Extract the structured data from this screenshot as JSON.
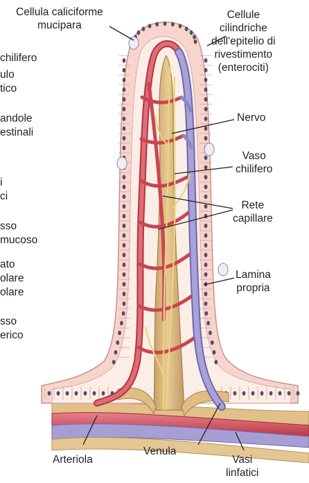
{
  "labels": {
    "cellula_caliciforme": [
      "Cellula caliciforme",
      "mucipara"
    ],
    "cellule_cilindriche": [
      "Cellule",
      "cilindriche",
      "dell'epitelio di",
      "rivestimento",
      "(enterociti)"
    ],
    "nervo": "Nervo",
    "vaso_chilifero": [
      "Vaso",
      "chilifero"
    ],
    "rete_capillare": [
      "Rete",
      "capillare"
    ],
    "lamina_propria": [
      "Lamina",
      "propria"
    ],
    "arteriola": "Arteriola",
    "venula": "Venula",
    "vasi_linfatici": [
      "Vasi",
      "linfatici"
    ]
  },
  "left_cut_labels": [
    [
      "chilifero"
    ],
    [
      "ulo",
      "tico"
    ],
    [
      "andole",
      "estinali"
    ],
    [
      "i",
      "ci"
    ],
    [
      "sso",
      "mucoso"
    ],
    [
      "ato",
      "olare",
      "olare"
    ],
    [
      "sso",
      "erico"
    ]
  ],
  "colors": {
    "epithelium_fill": "#f7d5cd",
    "epithelium_stroke": "#c98f8a",
    "nucleus": "#5a4a66",
    "goblet_cell": "#efeef4",
    "stroma": "#fbeee7",
    "artery": "#d8545c",
    "artery_dark": "#b23440",
    "vein": "#8d86c8",
    "lacteal": "#dcb77f",
    "nerve": "#f3e39a",
    "leader": "#231f20"
  }
}
